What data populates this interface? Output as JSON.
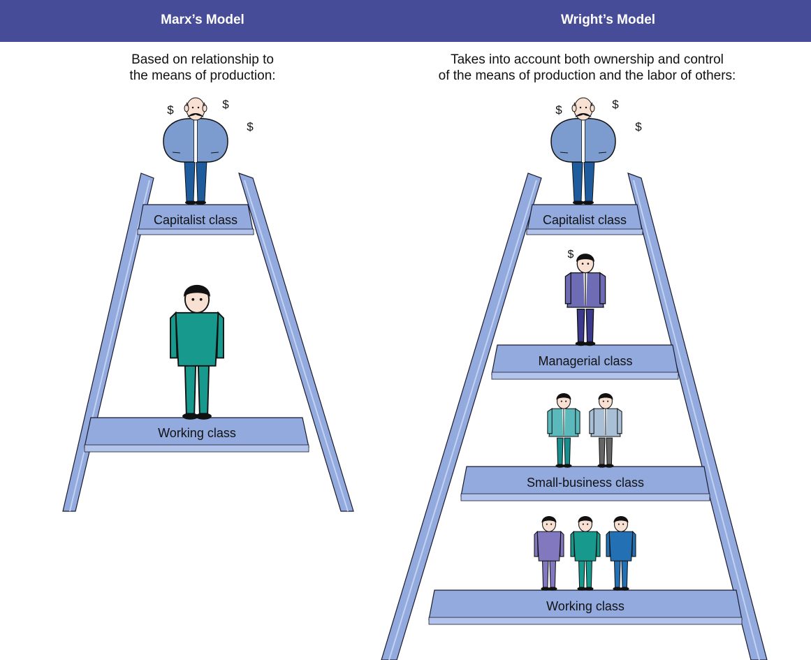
{
  "header": {
    "left_title": "Marx’s Model",
    "right_title": "Wright’s Model",
    "background_color": "#464c97"
  },
  "marx": {
    "subtitle_line1": "Based on relationship to",
    "subtitle_line2": "the means of production:",
    "classes": [
      "Capitalist class",
      "Working class"
    ],
    "dollar_sign": "$"
  },
  "wright": {
    "subtitle_line1": "Takes into account both ownership and control",
    "subtitle_line2": "of the means of production and the labor of others:",
    "classes": [
      "Capitalist class",
      "Managerial class",
      "Small-business class",
      "Working class"
    ],
    "dollar_sign": "$"
  },
  "colors": {
    "ladder_fill": "#93aadf",
    "ladder_light": "#c4d2f1",
    "ladder_stroke": "#1a1a2e",
    "capitalist_jacket": "#7c9ccf",
    "manager_jacket": "#6f6cb6",
    "worker_teal": "#179a8d",
    "worker_purple": "#8178c0",
    "worker_blue": "#2470b4",
    "smallbiz_teal": "#5bb8bb",
    "smallbiz_grey": "#a9bfd6"
  }
}
